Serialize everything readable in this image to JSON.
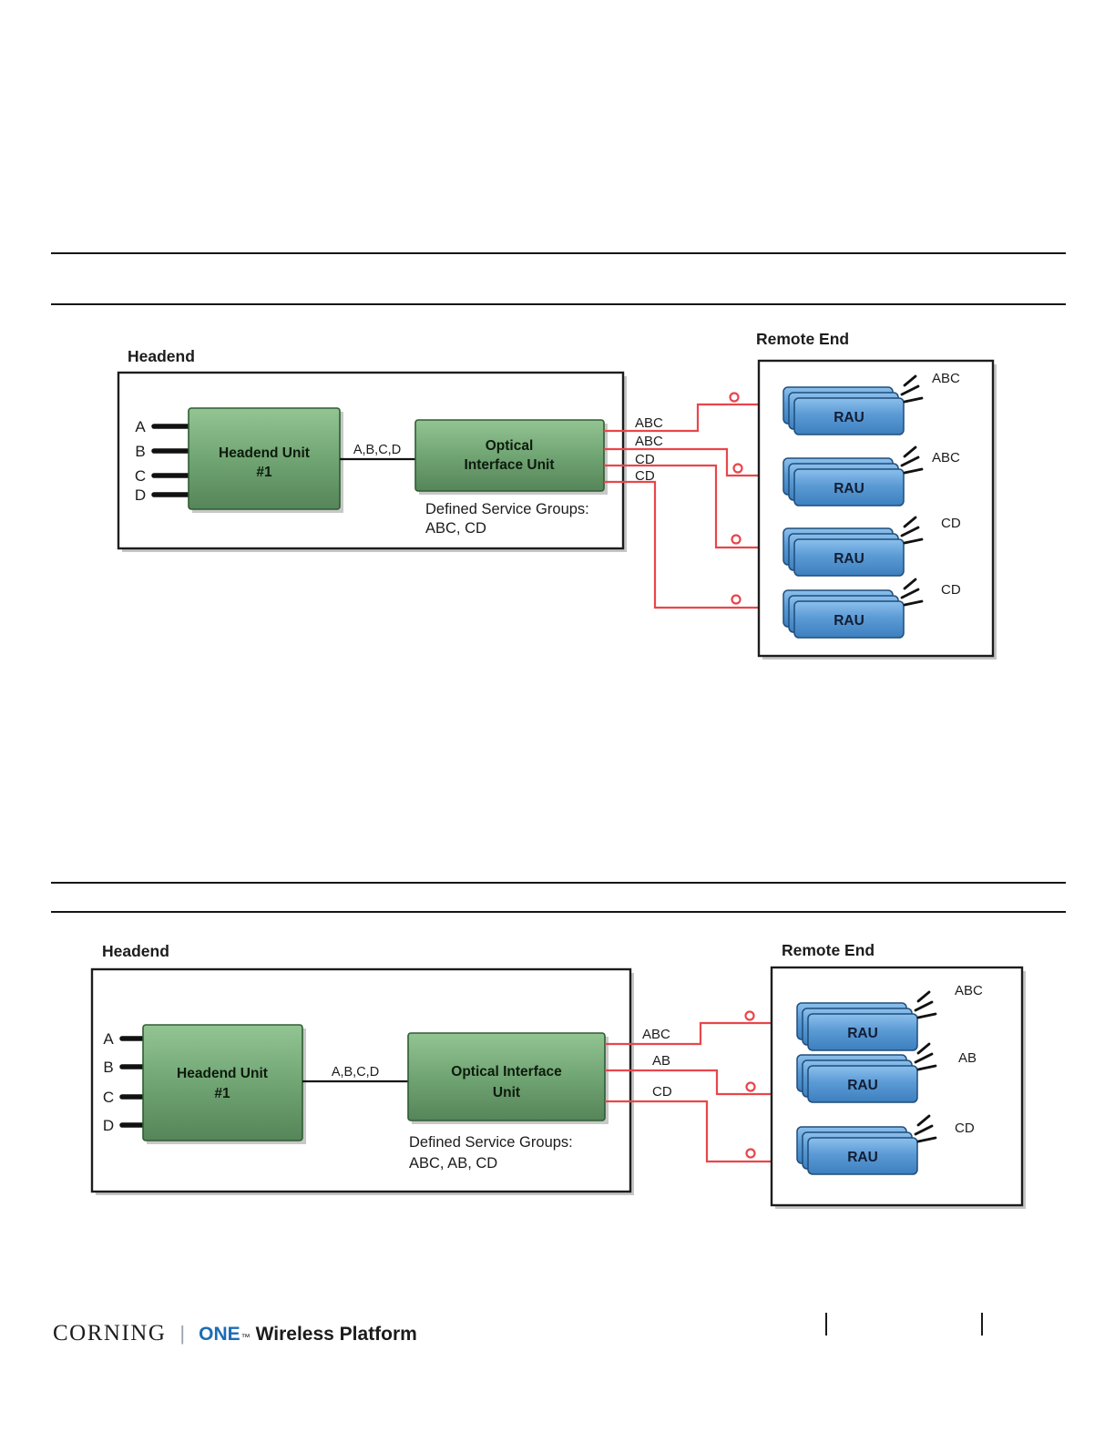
{
  "figures": {
    "fig1": {
      "headend_title": "Headend",
      "remote_title": "Remote End",
      "inputs": [
        "A",
        "B",
        "C",
        "D"
      ],
      "headend_unit_line1": "Headend Unit",
      "headend_unit_line2": "#1",
      "trunk_label": "A,B,C,D",
      "oiu_line1": "Optical",
      "oiu_line2": "Interface Unit",
      "service_groups_caption": "Defined Service Groups:",
      "service_groups_list": "ABC, CD",
      "wire_labels": [
        "ABC",
        "ABC",
        "CD",
        "CD"
      ],
      "raus": [
        {
          "label": "RAU",
          "service": "ABC"
        },
        {
          "label": "RAU",
          "service": "ABC"
        },
        {
          "label": "RAU",
          "service": "CD"
        },
        {
          "label": "RAU",
          "service": "CD"
        }
      ]
    },
    "fig2": {
      "headend_title": "Headend",
      "remote_title": "Remote End",
      "inputs": [
        "A",
        "B",
        "C",
        "D"
      ],
      "headend_unit_line1": "Headend Unit",
      "headend_unit_line2": "#1",
      "trunk_label": "A,B,C,D",
      "oiu_line1": "Optical Interface",
      "oiu_line2": "Unit",
      "service_groups_caption": "Defined Service Groups:",
      "service_groups_list": "ABC, AB, CD",
      "wire_labels": [
        "ABC",
        "AB",
        "CD"
      ],
      "raus": [
        {
          "label": "RAU",
          "service": "ABC"
        },
        {
          "label": "RAU",
          "service": "AB"
        },
        {
          "label": "RAU",
          "service": "CD"
        }
      ]
    }
  },
  "footer": {
    "brand": "CORNING",
    "separator": "|",
    "product_name": "ONE",
    "trademark": "™",
    "product_suffix": "Wireless Platform"
  },
  "colors": {
    "wire_red": "#e8464b",
    "unit_green": "#74a876",
    "rau_blue": "#5b9bd5",
    "logo_blue": "#1e6cb5"
  }
}
